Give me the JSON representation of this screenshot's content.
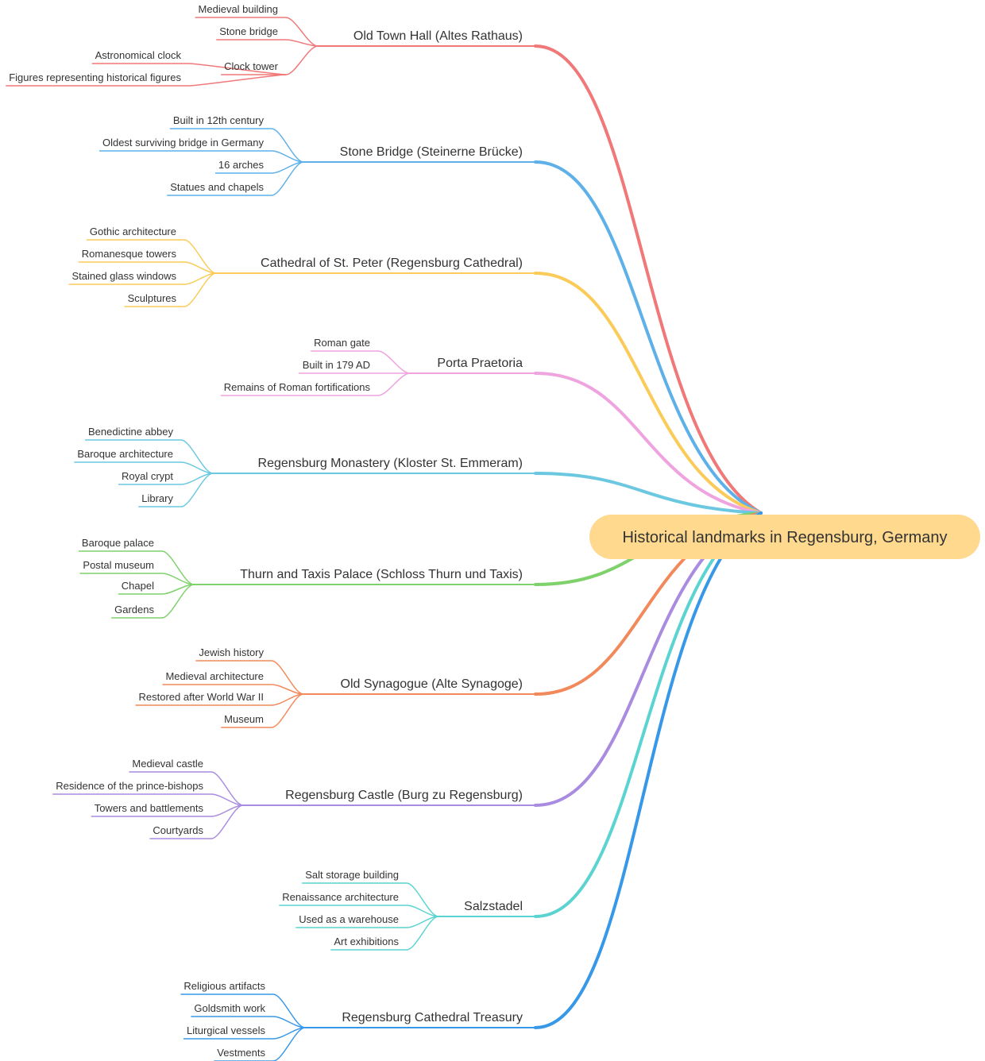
{
  "root": {
    "label": "Historical landmarks in Regensburg, Germany",
    "color": "#FFD98E"
  },
  "branches": [
    {
      "label": "Old Town Hall (Altes Rathaus)",
      "color": "#F07878",
      "children": [
        {
          "label": "Medieval building"
        },
        {
          "label": "Stone bridge"
        },
        {
          "label": "Clock tower",
          "children": [
            {
              "label": "Astronomical clock"
            },
            {
              "label": "Figures representing historical figures"
            }
          ]
        }
      ]
    },
    {
      "label": "Stone Bridge (Steinerne Brücke)",
      "color": "#5DB1E8",
      "children": [
        {
          "label": "Built in 12th century"
        },
        {
          "label": "Oldest surviving bridge in Germany"
        },
        {
          "label": "16 arches"
        },
        {
          "label": "Statues and chapels"
        }
      ]
    },
    {
      "label": "Cathedral of St. Peter (Regensburg Cathedral)",
      "color": "#FACB58",
      "children": [
        {
          "label": "Gothic architecture"
        },
        {
          "label": "Romanesque towers"
        },
        {
          "label": "Stained glass windows"
        },
        {
          "label": "Sculptures"
        }
      ]
    },
    {
      "label": "Porta Praetoria",
      "color": "#EFA3DF",
      "children": [
        {
          "label": "Roman gate"
        },
        {
          "label": "Built in 179 AD"
        },
        {
          "label": "Remains of Roman fortifications"
        }
      ]
    },
    {
      "label": "Regensburg Monastery (Kloster St. Emmeram)",
      "color": "#6CC8E0",
      "children": [
        {
          "label": "Benedictine abbey"
        },
        {
          "label": "Baroque architecture"
        },
        {
          "label": "Royal crypt"
        },
        {
          "label": "Library"
        }
      ]
    },
    {
      "label": "Thurn and Taxis Palace (Schloss Thurn und Taxis)",
      "color": "#7ED16B",
      "children": [
        {
          "label": "Baroque palace"
        },
        {
          "label": "Postal museum"
        },
        {
          "label": "Chapel"
        },
        {
          "label": "Gardens"
        }
      ]
    },
    {
      "label": "Old Synagogue (Alte Synagoge)",
      "color": "#F2895A",
      "children": [
        {
          "label": "Jewish history"
        },
        {
          "label": "Medieval architecture"
        },
        {
          "label": "Restored after World War II"
        },
        {
          "label": "Museum"
        }
      ]
    },
    {
      "label": "Regensburg Castle (Burg zu Regensburg)",
      "color": "#A98BE0",
      "children": [
        {
          "label": "Medieval castle"
        },
        {
          "label": "Residence of the prince-bishops"
        },
        {
          "label": "Towers and battlements"
        },
        {
          "label": "Courtyards"
        }
      ]
    },
    {
      "label": "Salzstadel",
      "color": "#5BD3D1",
      "children": [
        {
          "label": "Salt storage building"
        },
        {
          "label": "Renaissance architecture"
        },
        {
          "label": "Used as a warehouse"
        },
        {
          "label": "Art exhibitions"
        }
      ]
    },
    {
      "label": "Regensburg Cathedral Treasury",
      "color": "#3898E8",
      "children": [
        {
          "label": "Religious artifacts"
        },
        {
          "label": "Goldsmith work"
        },
        {
          "label": "Liturgical vessels"
        },
        {
          "label": "Vestments"
        }
      ]
    }
  ]
}
